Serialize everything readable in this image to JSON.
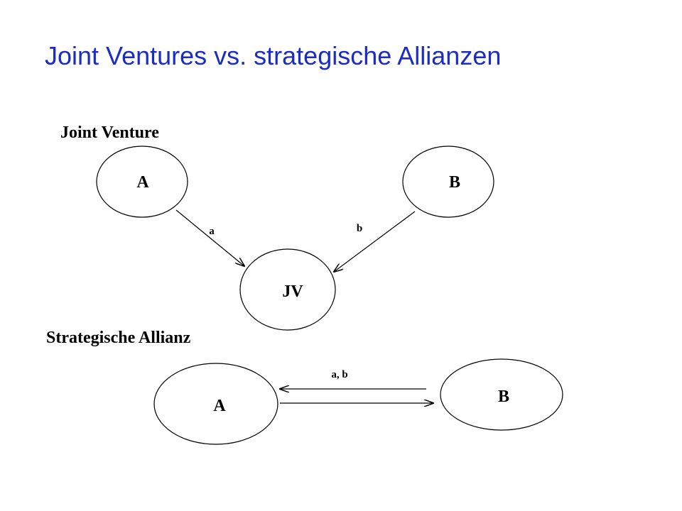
{
  "title": "Joint Ventures vs. strategische Allianzen",
  "colors": {
    "title": "#1b2cc4",
    "diagram": "#000000",
    "background": "#ffffff"
  },
  "joint_venture": {
    "heading": "Joint Venture",
    "node_a": "A",
    "node_b": "B",
    "node_jv": "JV",
    "edge_a": "a",
    "edge_b": "b"
  },
  "alliance": {
    "heading": "Strategische Allianz",
    "node_a": "A",
    "node_b": "B",
    "edge_ab": "a, b"
  }
}
